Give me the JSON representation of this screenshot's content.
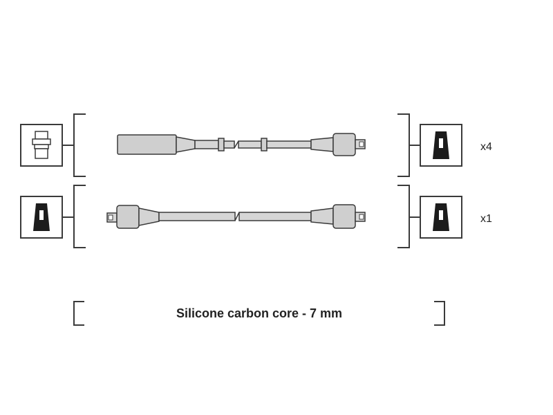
{
  "rows": [
    {
      "quantity": "x4",
      "left_connector": "spark-plug-connector-icon",
      "right_connector": "coil-boot-connector-icon"
    },
    {
      "quantity": "x1",
      "left_connector": "coil-boot-connector-icon",
      "right_connector": "coil-boot-connector-icon"
    }
  ],
  "caption": "Silicone carbon core - 7 mm",
  "colors": {
    "outline": "#3a3a3a",
    "cable_fill": "#d0d0d0",
    "connector_dark": "#1c1c1c",
    "background": "#ffffff"
  }
}
